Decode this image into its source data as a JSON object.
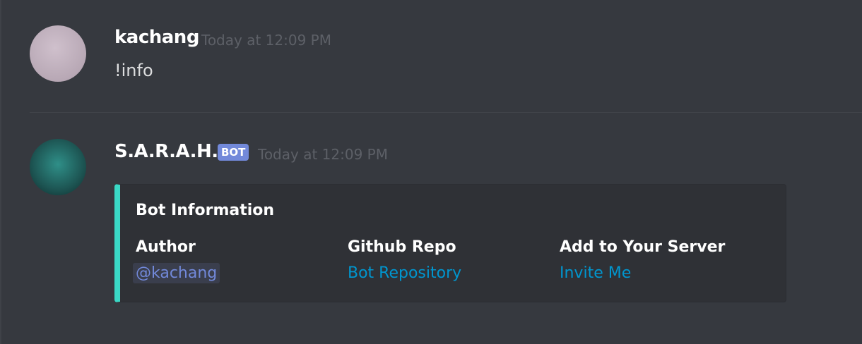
{
  "messages": [
    {
      "author": "kachang",
      "timestamp": "Today at 12:09 PM",
      "content": "!info"
    },
    {
      "author": "S.A.R.A.H.",
      "badge": "BOT",
      "timestamp": "Today at 12:09 PM",
      "embed": {
        "title": "Bot Information",
        "accent": "#3ad9c6",
        "fields": [
          {
            "name": "Author",
            "value": "@kachang"
          },
          {
            "name": "Github Repo",
            "value": "Bot Repository"
          },
          {
            "name": "Add to Your Server",
            "value": "Invite Me"
          }
        ]
      }
    }
  ]
}
